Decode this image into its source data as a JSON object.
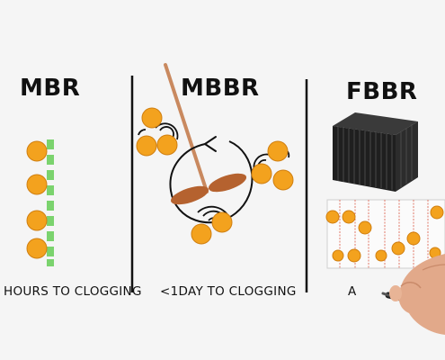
{
  "panels": {
    "mbr": {
      "title": "MBR",
      "caption": "HOURS TO CLOGGING"
    },
    "mbbr": {
      "title": "MBBR",
      "caption": "<1DAY TO CLOGGING"
    },
    "fbbr": {
      "title": "FBBR",
      "caption": "A"
    }
  },
  "colors": {
    "background": "#f5f5f5",
    "divider": "#111111",
    "biofilm_ball": "#f3a21e",
    "biofilm_ball_edge": "#d07f10",
    "membrane": "#7bd36e",
    "paddle": "#b5622f",
    "shaft": "#c9895f",
    "media_block": "#2a2a2a",
    "media_lines": "#e07a6a"
  },
  "icons": [
    "pen-in-hand-icon",
    "impeller-icon",
    "vibration-waves-icon",
    "carrier-media-block-icon"
  ]
}
